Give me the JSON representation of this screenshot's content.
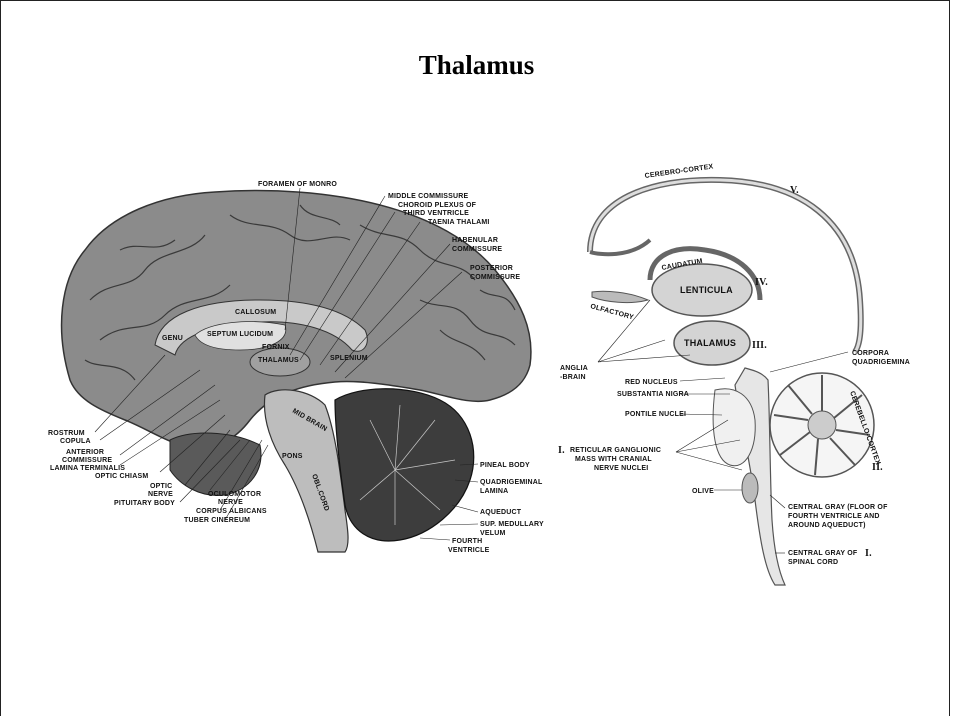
{
  "title": "Thalamus",
  "sagittal": {
    "labels": {
      "foramen_of_monro": "FORAMEN OF MONRO",
      "middle_commissure": "MIDDLE COMMISSURE",
      "choroid_plexus_1": "CHOROID PLEXUS OF",
      "choroid_plexus_2": "THIRD VENTRICLE",
      "taenia_thalami": "TAENIA THALAMI",
      "habenular_1": "HABENULAR",
      "habenular_2": "COMMISSURE",
      "posterior_1": "POSTERIOR",
      "posterior_2": "COMMISSURE",
      "callosum": "CALLOSUM",
      "genu": "GENU",
      "septum": "SEPTUM LUCIDUM",
      "fornix": "FORNIX",
      "thalamus": "THALAMUS",
      "splenium": "SPLENIUM",
      "mid_brain": "MID BRAIN",
      "pons": "PONS",
      "obl_cord": "OBL.CORD",
      "rostrum": "ROSTRUM",
      "copula": "COPULA",
      "anterior_1": "ANTERIOR",
      "anterior_2": "COMMISSURE",
      "lamina_terminalis": "LAMINA TERMINALIS",
      "optic_chiasm": "OPTIC CHIASM",
      "optic_nerve_1": "OPTIC",
      "optic_nerve_2": "NERVE",
      "pituitary": "PITUITARY BODY",
      "oculomotor_1": "OCULOMOTOR",
      "oculomotor_2": "NERVE",
      "corpus_albicans": "CORPUS ALBICANS",
      "tuber_cinereum": "TUBER CINEREUM",
      "pineal": "PINEAL BODY",
      "quadrigeminal_1": "QUADRIGEMINAL",
      "quadrigeminal_2": "LAMINA",
      "aqueduct": "AQUEDUCT",
      "sup_medullary_1": "SUP. MEDULLARY",
      "sup_medullary_2": "VELUM",
      "fourth_ventricle_1": "FOURTH",
      "fourth_ventricle_2": "VENTRICLE"
    }
  },
  "schematic": {
    "labels": {
      "cerebro_cortex": "CEREBRO-CORTEX",
      "roman_v": "V.",
      "caudatum": "CAUDATUM",
      "lenticula": "LENTICULA",
      "roman_iv": "IV.",
      "olfactory": "OLFACTORY",
      "thalamus": "THALAMUS",
      "roman_iii": "III.",
      "corpora_1": "CORPORA",
      "corpora_2": "QUADRIGEMINA",
      "anglia_1": "ANGLIA",
      "anglia_2": "-BRAIN",
      "red_nucleus": "RED NUCLEUS",
      "substantia_nigra": "SUBSTANTIA NIGRA",
      "cerebello_cortex": "CEREBELLO-CORTEX",
      "roman_ii": "II.",
      "pontile_nuclei": "PONTILE NUCLEI",
      "roman_i": "I.",
      "reticular_1": "RETICULAR GANGLIONIC",
      "reticular_2": "MASS WITH CRANIAL",
      "reticular_3": "NERVE NUCLEI",
      "olive": "OLIVE",
      "central_gray_1": "CENTRAL GRAY (FLOOR OF",
      "central_gray_2": "FOURTH VENTRICLE AND",
      "central_gray_3": "AROUND AQUEDUCT)",
      "central_gray_of": "CENTRAL GRAY OF",
      "roman_i_b": "I.",
      "spinal_cord": "SPINAL CORD"
    }
  }
}
